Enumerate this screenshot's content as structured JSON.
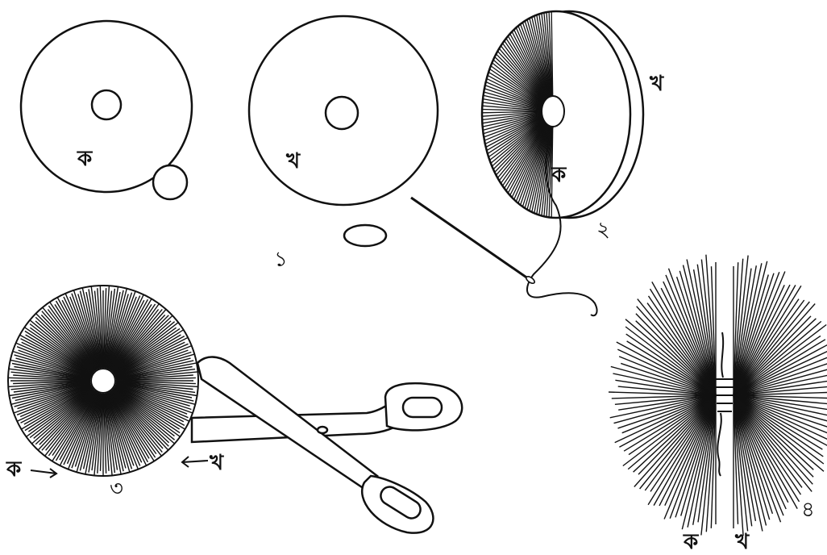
{
  "steps": [
    {
      "number": "১",
      "discs": [
        "ক",
        "খ"
      ]
    },
    {
      "number": "২",
      "front_disc": "ক",
      "back_disc": "খ"
    },
    {
      "number": "৩",
      "left_label": "ক",
      "right_label": "খ"
    },
    {
      "number": "৪",
      "left_half": "ক",
      "right_half": "খ"
    }
  ],
  "colors": {
    "ink": "#111111",
    "paper": "#ffffff"
  },
  "icons": [
    "needle-icon",
    "thread-icon",
    "scissors-icon"
  ]
}
